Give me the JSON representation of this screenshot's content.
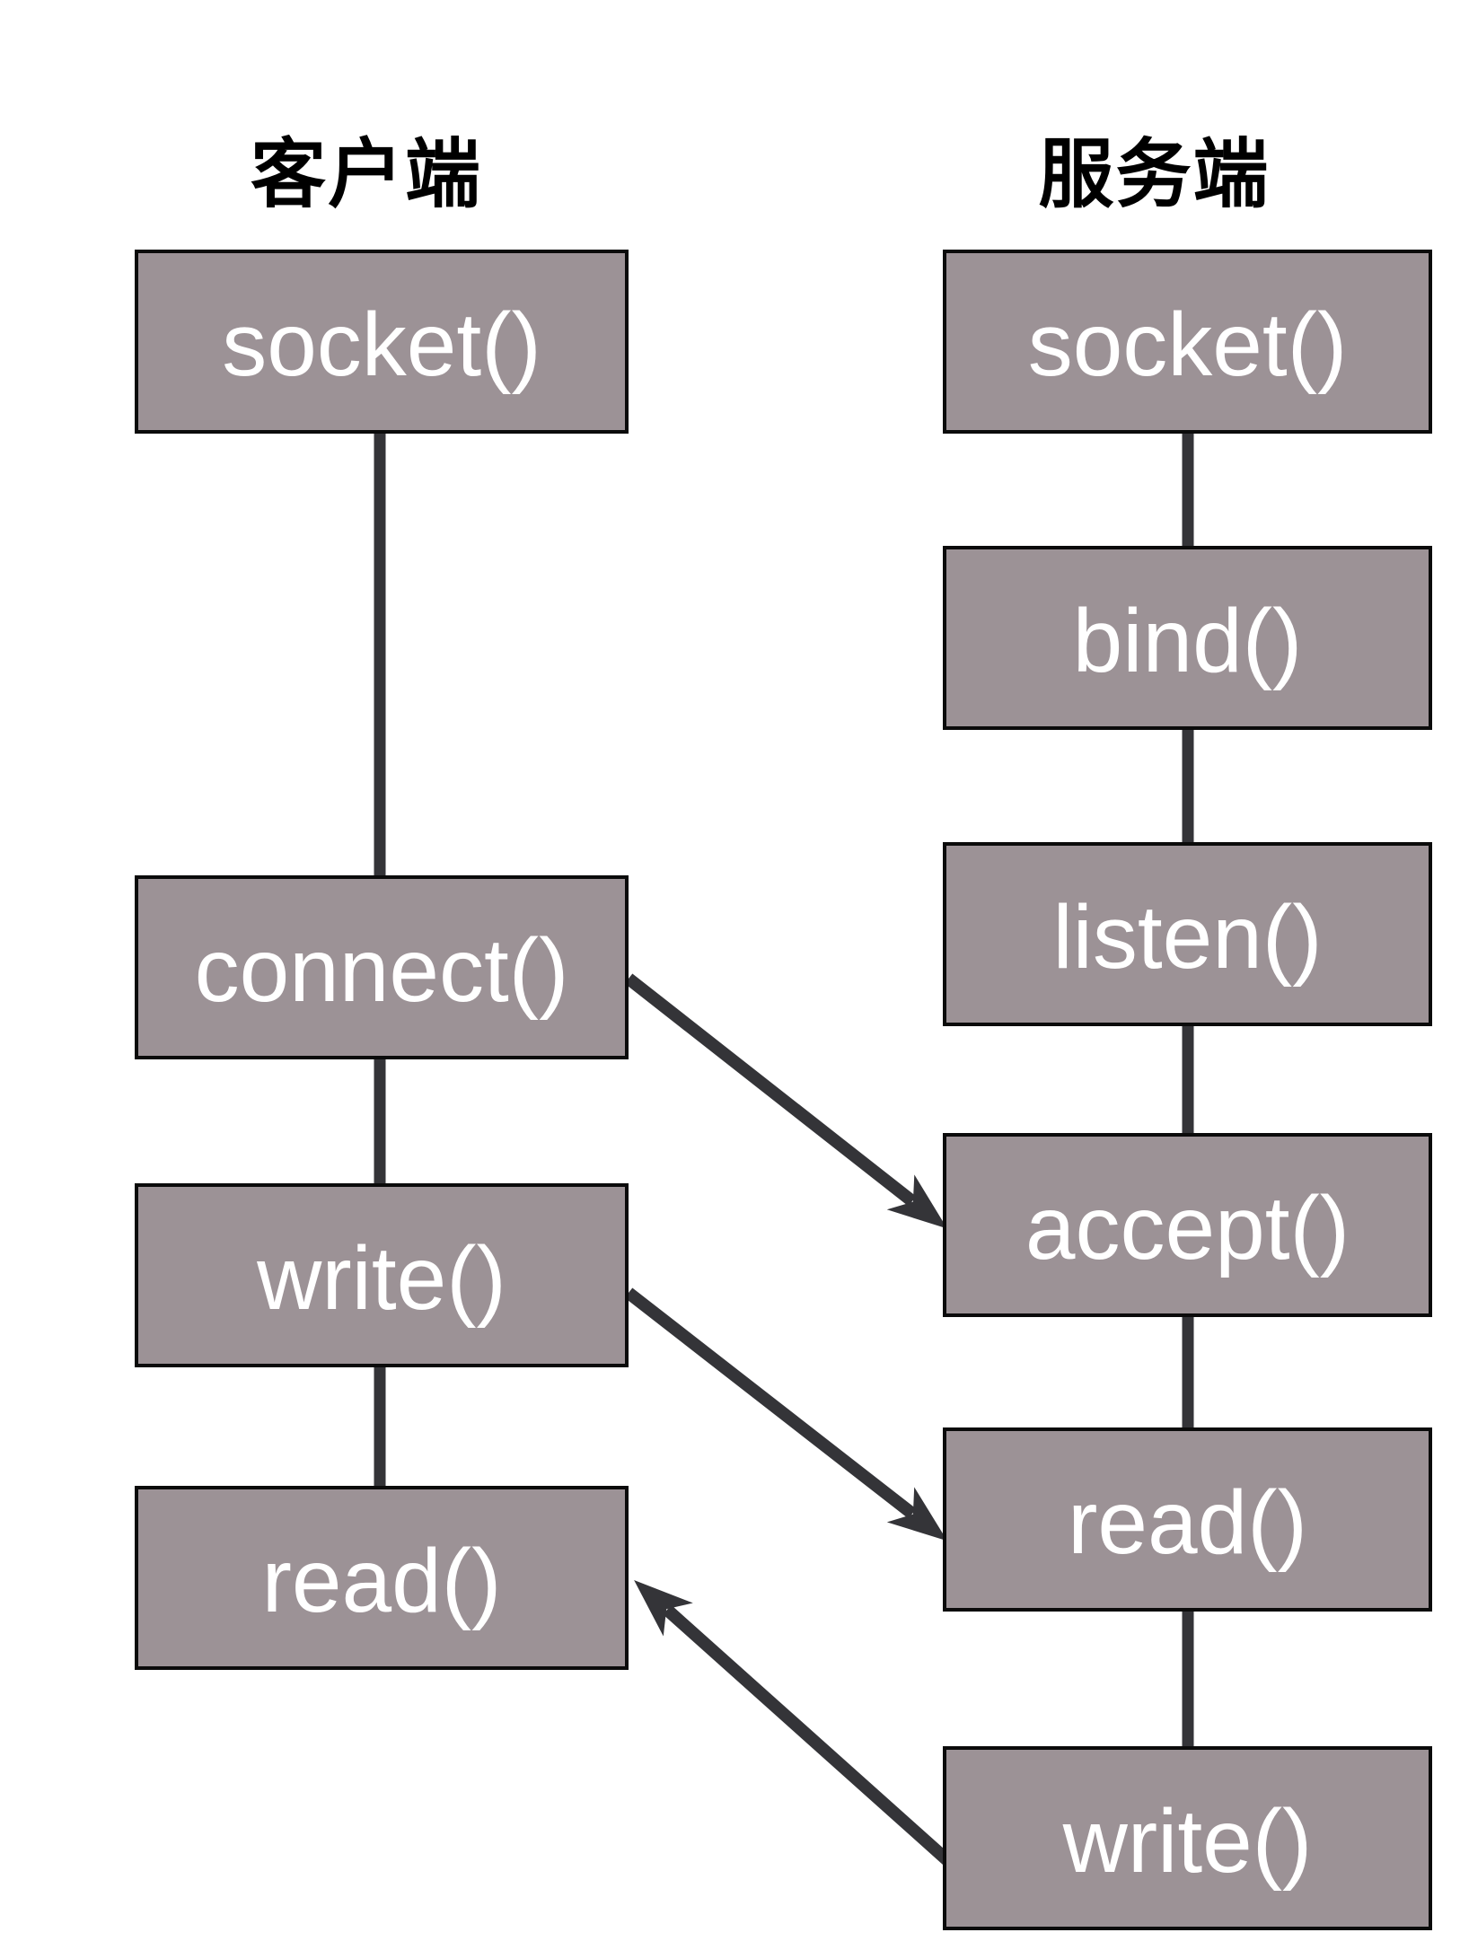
{
  "diagram": {
    "columns": [
      {
        "id": "client",
        "title": "客户端",
        "boxes": [
          {
            "id": "socket",
            "label": "socket()"
          },
          {
            "id": "connect",
            "label": "connect()"
          },
          {
            "id": "write",
            "label": "write()"
          },
          {
            "id": "read",
            "label": "read()"
          }
        ]
      },
      {
        "id": "server",
        "title": "服务端",
        "boxes": [
          {
            "id": "socket",
            "label": "socket()"
          },
          {
            "id": "bind",
            "label": "bind()"
          },
          {
            "id": "listen",
            "label": "listen()"
          },
          {
            "id": "accept",
            "label": "accept()"
          },
          {
            "id": "read",
            "label": "read()"
          },
          {
            "id": "write",
            "label": "write()"
          }
        ]
      }
    ],
    "edges": [
      {
        "from": "client.socket",
        "to": "client.connect",
        "style": "line"
      },
      {
        "from": "client.connect",
        "to": "client.write",
        "style": "line"
      },
      {
        "from": "client.write",
        "to": "client.read",
        "style": "line"
      },
      {
        "from": "server.socket",
        "to": "server.bind",
        "style": "line"
      },
      {
        "from": "server.bind",
        "to": "server.listen",
        "style": "line"
      },
      {
        "from": "server.listen",
        "to": "server.accept",
        "style": "line"
      },
      {
        "from": "server.accept",
        "to": "server.read",
        "style": "line"
      },
      {
        "from": "server.read",
        "to": "server.write",
        "style": "line"
      },
      {
        "from": "client.connect",
        "to": "server.accept",
        "style": "arrow"
      },
      {
        "from": "client.write",
        "to": "server.read",
        "style": "arrow"
      },
      {
        "from": "server.write",
        "to": "client.read",
        "style": "arrow"
      }
    ],
    "colors": {
      "background": "#ffffff",
      "box_fill": "#9c9296",
      "box_border": "#0b0b0b",
      "box_text": "#ffffff",
      "title_text": "#000000",
      "line": "#343438"
    }
  }
}
